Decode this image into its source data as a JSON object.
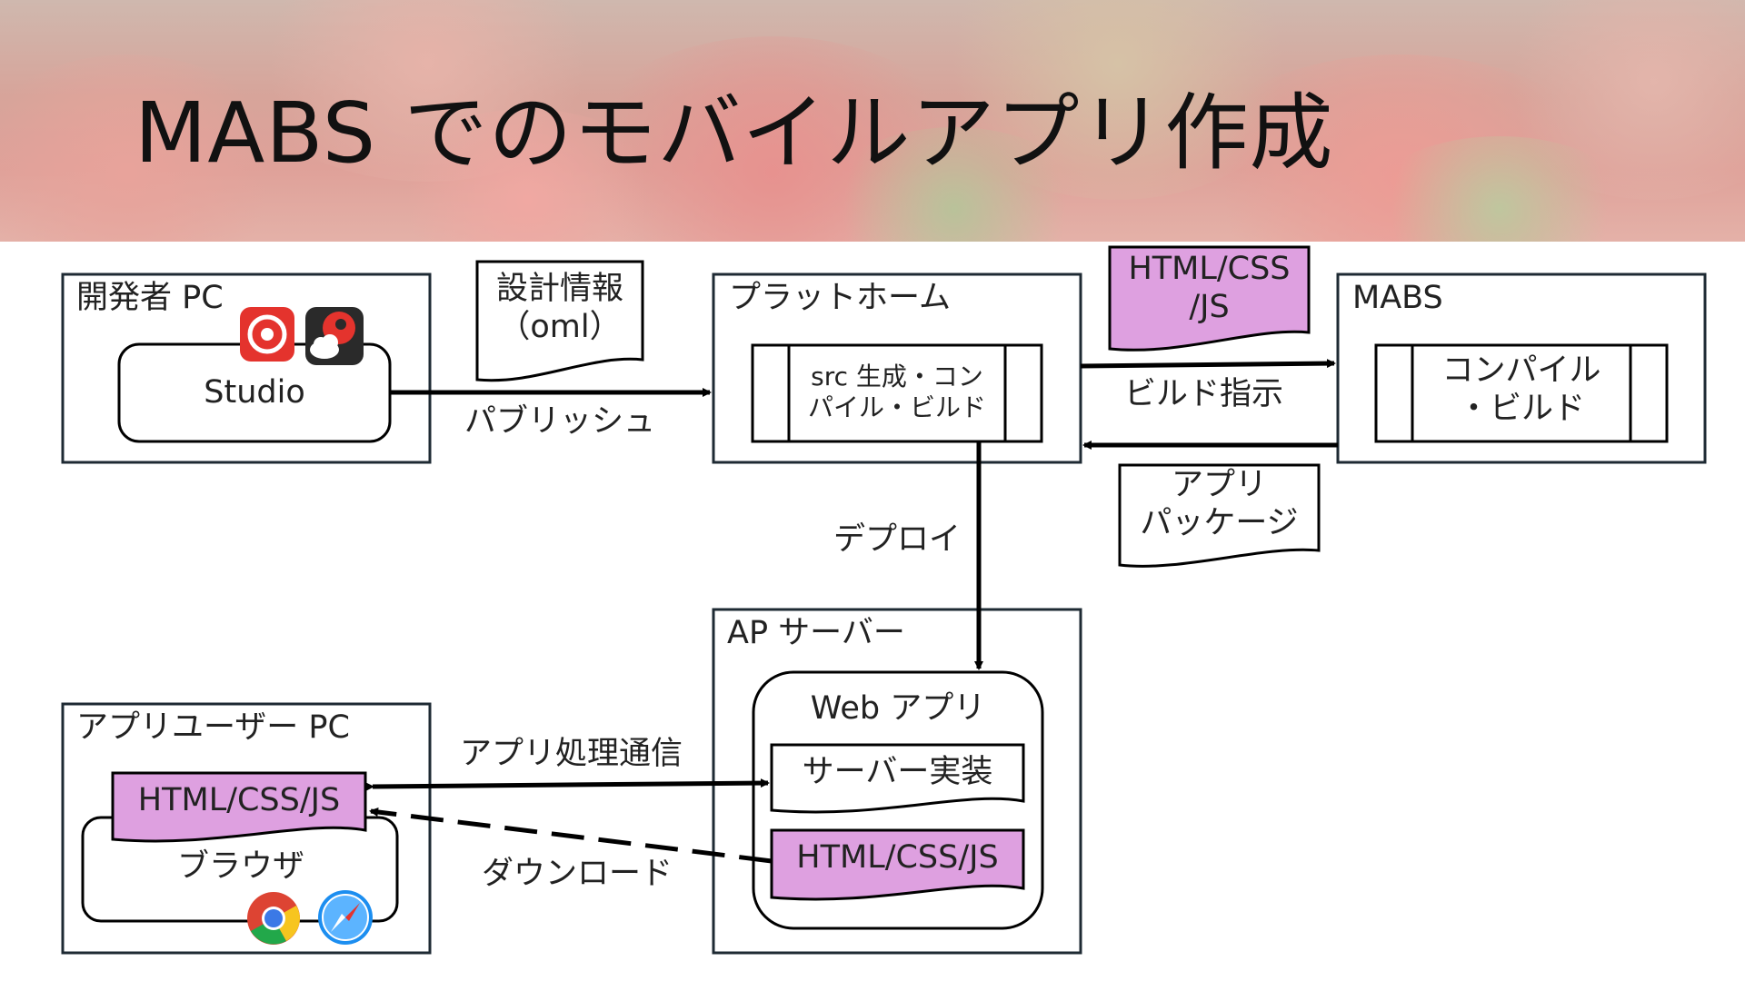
{
  "title": "MABS でのモバイルアプリ作成",
  "colors": {
    "outline": "#1e2a33",
    "doc_fill_pink": "#dea0e0",
    "banner_tint": "#d8a29a"
  },
  "boxes": {
    "dev_pc": {
      "label": "開発者 PC",
      "inner": "Studio",
      "icons": [
        "target-app-icon",
        "cloud-app-icon"
      ]
    },
    "platform": {
      "label": "プラットホーム",
      "process_line1": "src 生成・コン",
      "process_line2": "パイル・ビルド"
    },
    "mabs": {
      "label": "MABS",
      "process_line1": "コンパイル",
      "process_line2": "・ビルド"
    },
    "ap_server": {
      "label": "AP サーバー",
      "webapp_label": "Web アプリ",
      "server_impl": "サーバー実装",
      "client_assets": "HTML/CSS/JS"
    },
    "user_pc": {
      "label": "アプリユーザー PC",
      "client_assets": "HTML/CSS/JS",
      "browser": "ブラウザ",
      "icons": [
        "chrome-icon",
        "safari-icon"
      ]
    }
  },
  "documents": {
    "design_info_line1": "設計情報",
    "design_info_line2": "（oml）",
    "html_css_js_line1": "HTML/CSS",
    "html_css_js_line2": "/JS",
    "app_package_line1": "アプリ",
    "app_package_line2": "パッケージ"
  },
  "arrows": {
    "publish": "パブリッシュ",
    "build_instruction": "ビルド指示",
    "deploy": "デプロイ",
    "app_processing": "アプリ処理通信",
    "download": "ダウンロード"
  }
}
